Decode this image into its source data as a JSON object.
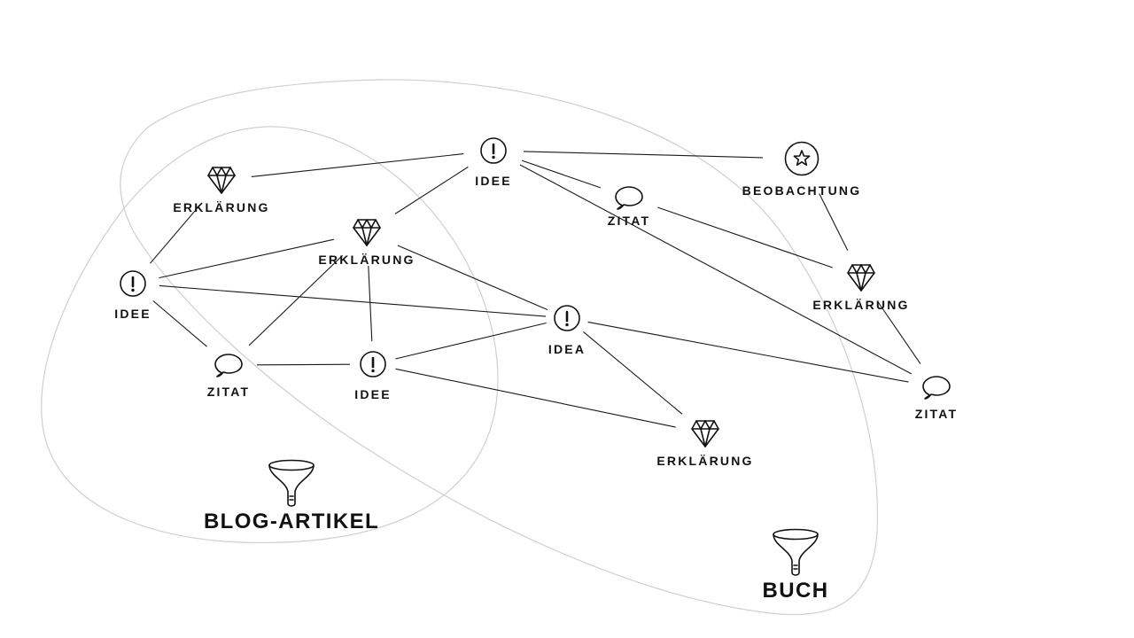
{
  "groups": {
    "blog": {
      "label": "BLOG-ARTIKEL",
      "icon": "funnel-icon"
    },
    "buch": {
      "label": "BUCH",
      "icon": "funnel-icon"
    }
  },
  "nodes": [
    {
      "id": "idee-top",
      "label": "IDEE",
      "icon": "exclamation-icon"
    },
    {
      "id": "beobachtung",
      "label": "BEOBACHTUNG",
      "icon": "star-icon"
    },
    {
      "id": "erklaerung-left",
      "label": "ERKLÄRUNG",
      "icon": "diamond-icon"
    },
    {
      "id": "zitat-top",
      "label": "ZITAT",
      "icon": "speech-bubble-icon"
    },
    {
      "id": "erklaerung-center",
      "label": "ERKLÄRUNG",
      "icon": "diamond-icon"
    },
    {
      "id": "idee-left",
      "label": "IDEE",
      "icon": "exclamation-icon"
    },
    {
      "id": "erklaerung-right",
      "label": "ERKLÄRUNG",
      "icon": "diamond-icon"
    },
    {
      "id": "idea-center",
      "label": "IDEA",
      "icon": "exclamation-icon"
    },
    {
      "id": "zitat-left",
      "label": "ZITAT",
      "icon": "speech-bubble-icon"
    },
    {
      "id": "idee-bottom",
      "label": "IDEE",
      "icon": "exclamation-icon"
    },
    {
      "id": "zitat-right",
      "label": "ZITAT",
      "icon": "speech-bubble-icon"
    },
    {
      "id": "erklaerung-bottom",
      "label": "ERKLÄRUNG",
      "icon": "diamond-icon"
    }
  ],
  "edges": [
    [
      "erklaerung-left",
      "idee-top"
    ],
    [
      "idee-top",
      "beobachtung"
    ],
    [
      "idee-top",
      "erklaerung-center"
    ],
    [
      "idee-top",
      "zitat-top"
    ],
    [
      "idee-top",
      "zitat-right"
    ],
    [
      "zitat-top",
      "erklaerung-right"
    ],
    [
      "beobachtung",
      "erklaerung-right"
    ],
    [
      "erklaerung-right",
      "zitat-right"
    ],
    [
      "erklaerung-left",
      "idee-left"
    ],
    [
      "erklaerung-center",
      "idee-left"
    ],
    [
      "erklaerung-center",
      "idea-center"
    ],
    [
      "erklaerung-center",
      "zitat-left"
    ],
    [
      "erklaerung-center",
      "idee-bottom"
    ],
    [
      "idee-left",
      "idea-center"
    ],
    [
      "idee-left",
      "zitat-left"
    ],
    [
      "zitat-left",
      "idee-bottom"
    ],
    [
      "idee-bottom",
      "idea-center"
    ],
    [
      "idee-bottom",
      "erklaerung-bottom"
    ],
    [
      "idea-center",
      "erklaerung-bottom"
    ],
    [
      "idea-center",
      "zitat-right"
    ]
  ],
  "colors": {
    "ink": "#111111",
    "edge": "#1a1a1a",
    "region": "#cfcfcf",
    "background": "#ffffff"
  }
}
